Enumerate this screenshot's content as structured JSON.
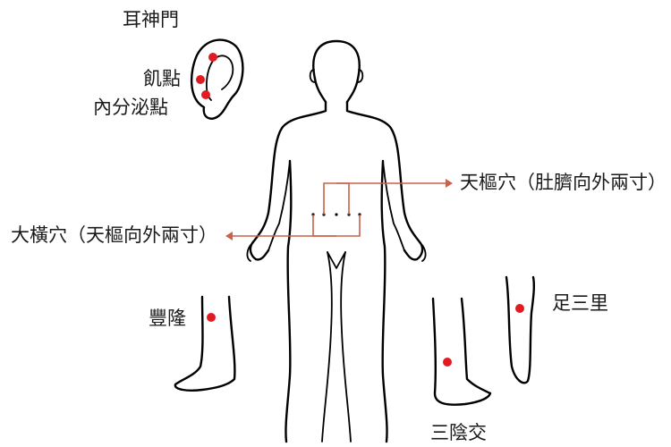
{
  "labels": {
    "ear_shenmen": "耳神門",
    "hunger_point": "飢點",
    "endocrine_point": "內分泌點",
    "tianshu": "天樞穴（肚臍向外兩寸）",
    "daheng": "大橫穴（天樞向外兩寸）",
    "fenglong": "豐隆",
    "zusanli": "足三里",
    "sanyinjiao": "三陰交"
  },
  "colors": {
    "point": "#e11b22",
    "leader": "#c9614b",
    "outline": "#000000"
  }
}
